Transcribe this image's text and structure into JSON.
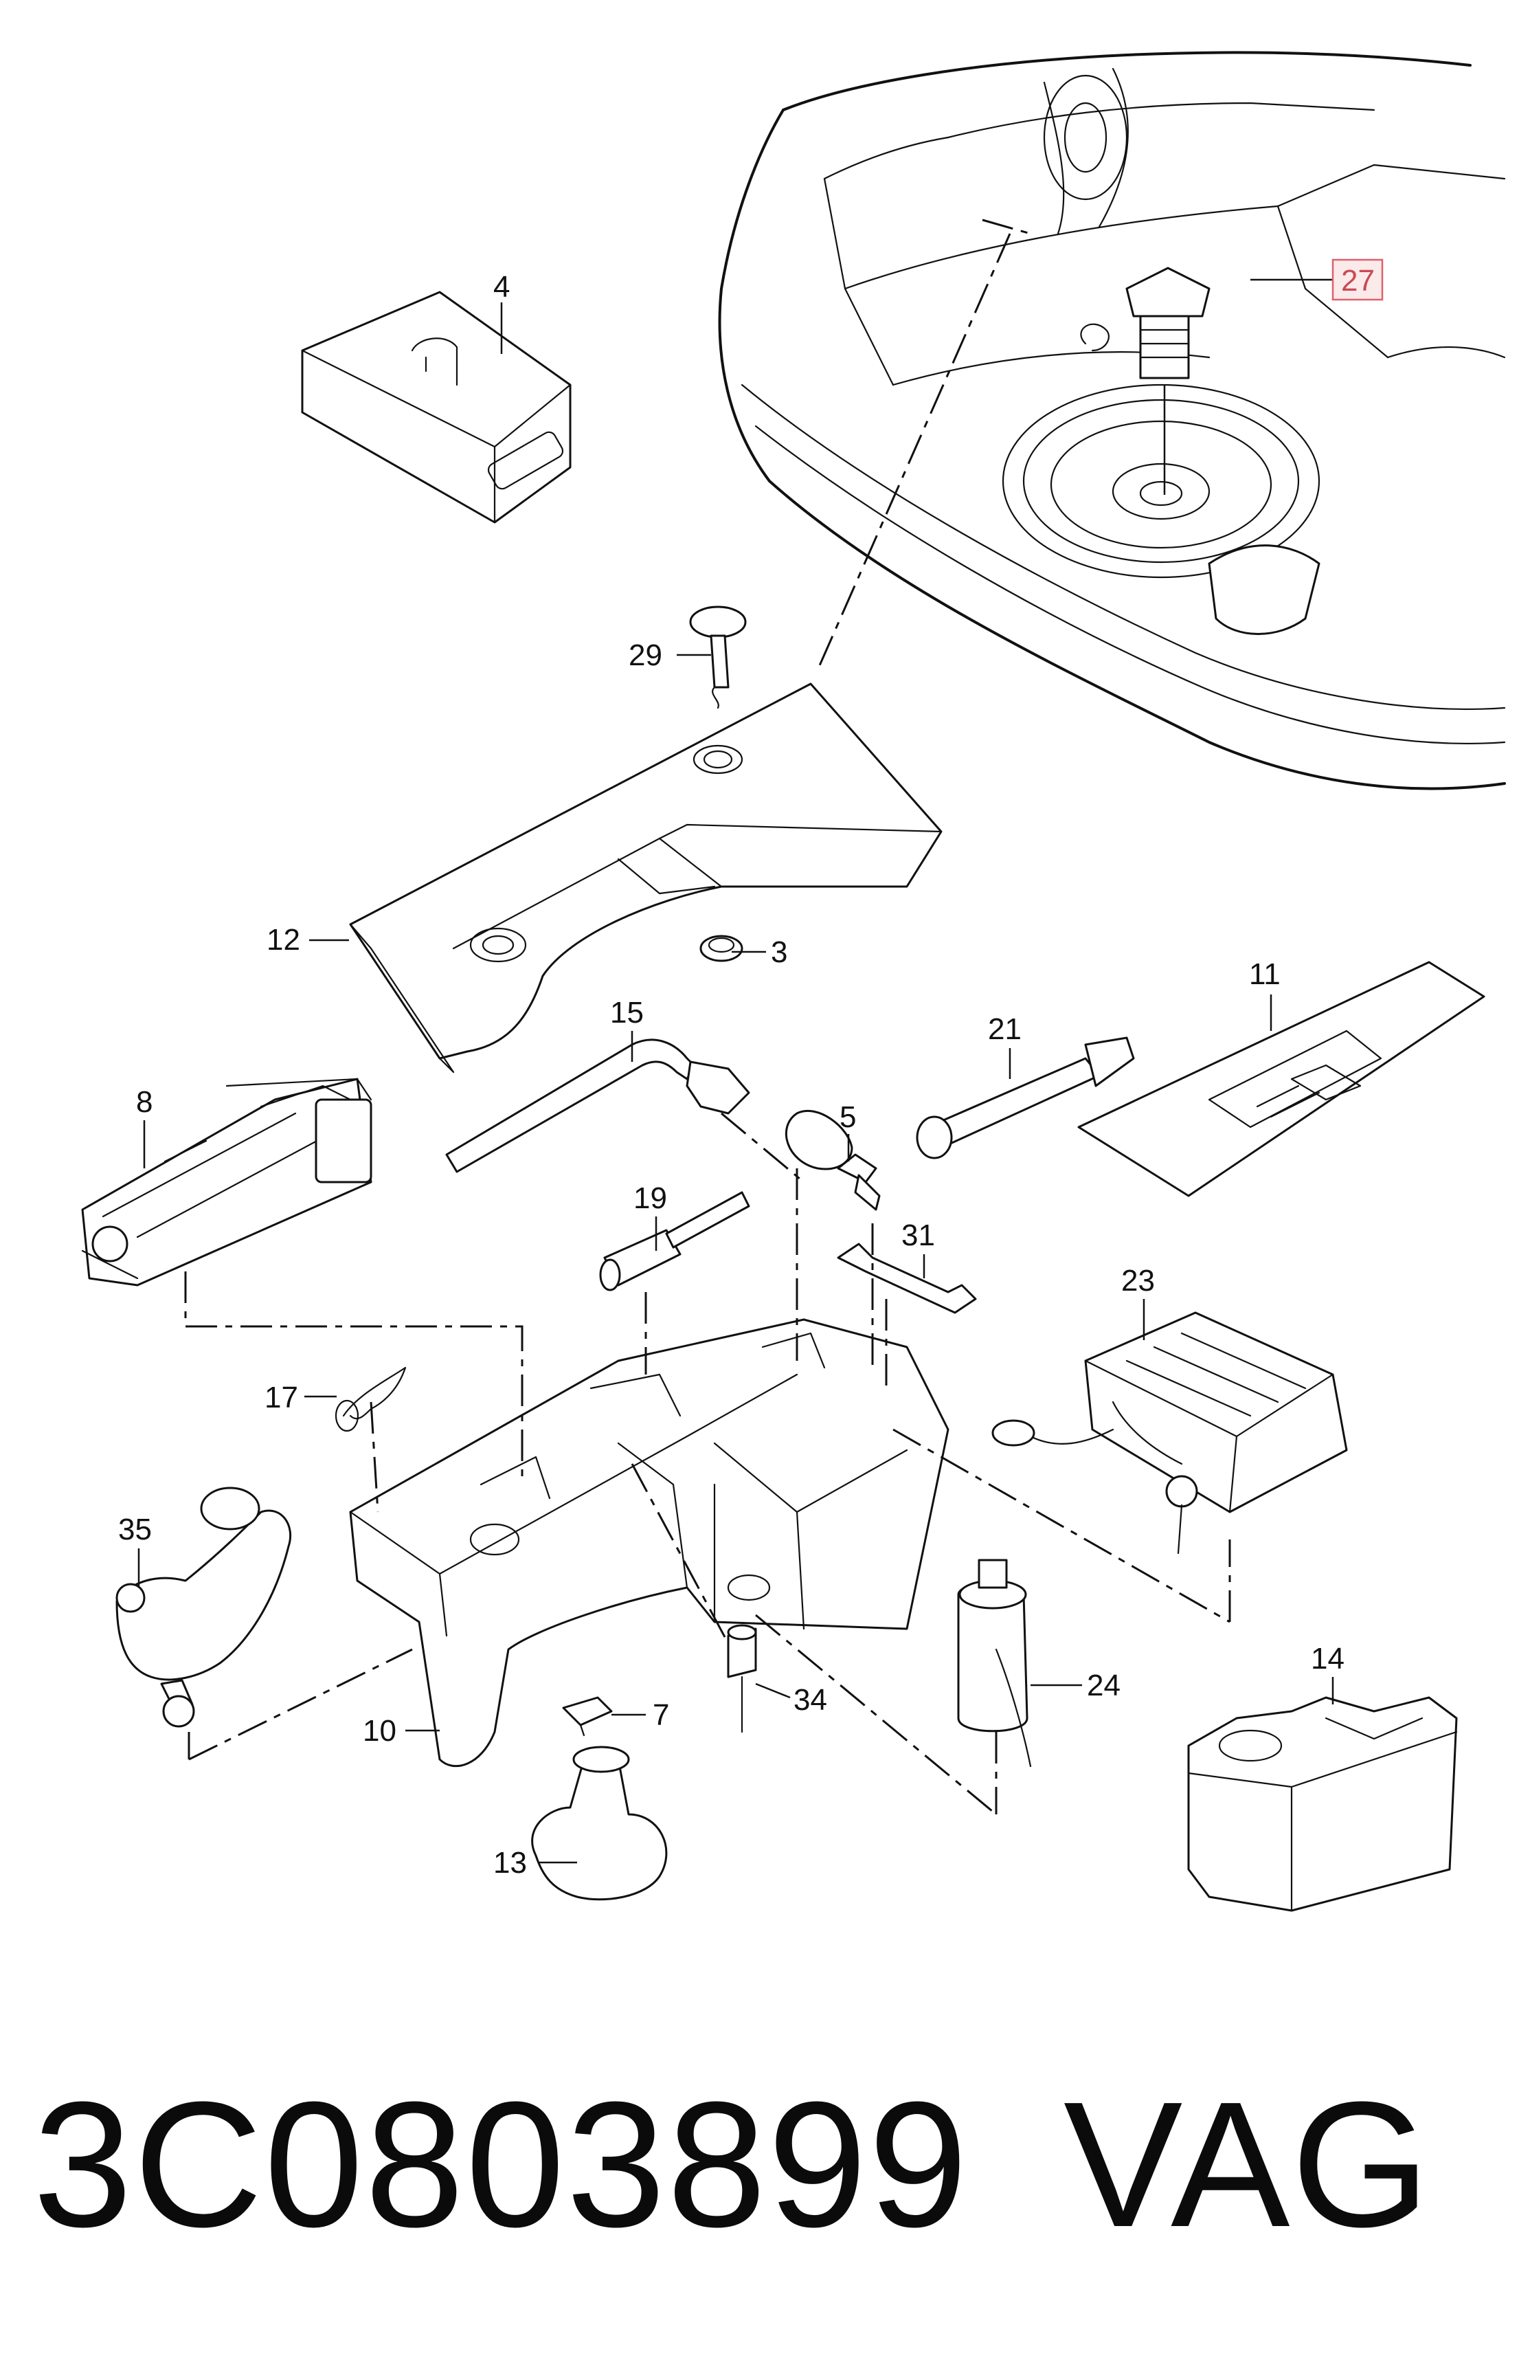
{
  "callouts": [
    "4",
    "27",
    "29",
    "12",
    "3",
    "11",
    "15",
    "21",
    "8",
    "5",
    "19",
    "31",
    "23",
    "17",
    "35",
    "14",
    "10",
    "34",
    "24",
    "7",
    "13"
  ],
  "highlighted_callout": "27",
  "caption": {
    "part_number": "3C0803899",
    "brand": "VAG"
  }
}
